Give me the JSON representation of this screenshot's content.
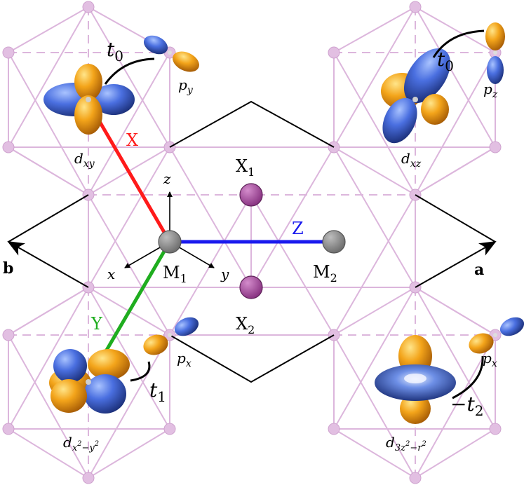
{
  "colors": {
    "lattice": "#dcb6dc",
    "lattice_node": "#e2bfe2",
    "metal": "#8e8e8e",
    "ligand": "#b45aa8",
    "bond_x": "#ff1a1a",
    "bond_y": "#1fad1f",
    "bond_z": "#1a1aee",
    "orbital_blue": "#3d63d6",
    "orbital_orange": "#f3a41a",
    "cell": "#000000"
  },
  "atoms": {
    "m1": "M",
    "m1_sub": "1",
    "m2": "M",
    "m2_sub": "2",
    "x1": "X",
    "x1_sub": "1",
    "x2": "X",
    "x2_sub": "2"
  },
  "bonds": {
    "x": "X",
    "y": "Y",
    "z": "Z"
  },
  "axes": {
    "z": "z",
    "x": "x",
    "y": "y"
  },
  "lattice_vectors": {
    "a": "a",
    "b": "b"
  },
  "orbitals": {
    "top_left": {
      "base": "d",
      "sub": "xy"
    },
    "top_right": {
      "base": "d",
      "sub": "xz"
    },
    "bottom_left": {
      "base": "d",
      "sub": "x",
      "sup": "2",
      "sub_tail": "−y",
      "sup2": "2"
    },
    "bottom_right": {
      "base": "d",
      "sub": "3z",
      "sup": "2",
      "sub_tail": "−r",
      "sup2": "2"
    },
    "p_y": {
      "base": "p",
      "sub": "y"
    },
    "p_z": {
      "base": "p",
      "sub": "z"
    },
    "p_x_left": {
      "base": "p",
      "sub": "x"
    },
    "p_x_right": {
      "base": "p",
      "sub": "x"
    }
  },
  "hoppings": {
    "top_left": {
      "base": "t",
      "sub": "0"
    },
    "top_right": {
      "base": "t",
      "sub": "0"
    },
    "bottom_left": {
      "base": "t",
      "sub": "1"
    },
    "bottom_right": {
      "base": "−t",
      "sub": "2"
    }
  }
}
